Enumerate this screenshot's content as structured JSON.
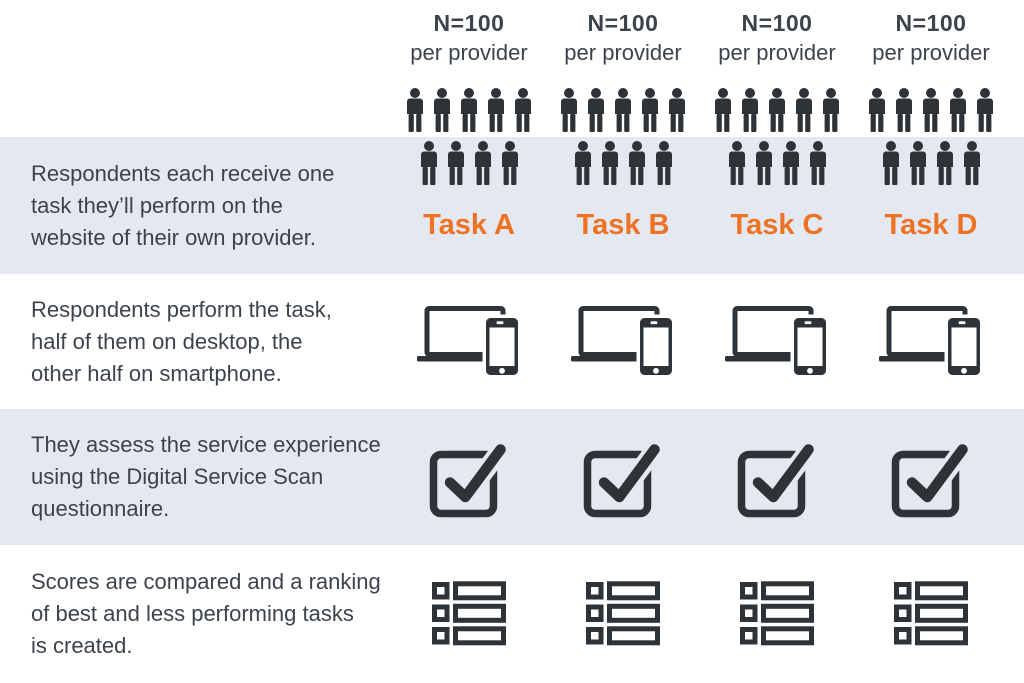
{
  "columns": [
    {
      "n_label": "N=100",
      "per_label": "per provider",
      "task_label": "Task A"
    },
    {
      "n_label": "N=100",
      "per_label": "per provider",
      "task_label": "Task B"
    },
    {
      "n_label": "N=100",
      "per_label": "per provider",
      "task_label": "Task C"
    },
    {
      "n_label": "N=100",
      "per_label": "per provider",
      "task_label": "Task D"
    }
  ],
  "rows": [
    {
      "icon": "respondents-people-icon",
      "lines": [
        "Respondents each receive one",
        "task they’ll perform on the",
        "website of their own provider."
      ]
    },
    {
      "icon": "laptop-phone-icon",
      "lines": [
        "Respondents perform the task,",
        "half of them on desktop, the",
        "other half on smartphone."
      ]
    },
    {
      "icon": "checkbox-icon",
      "lines": [
        "They assess the service experience",
        "using the Digital Service Scan",
        "questionnaire."
      ]
    },
    {
      "icon": "ranking-list-icon",
      "lines": [
        "Scores are compared and a ranking",
        "of best and less performing tasks",
        "is created."
      ]
    }
  ],
  "people": {
    "top_row_count": 5,
    "bottom_row_count": 4
  },
  "colors": {
    "accent_orange": "#ed7224",
    "band_background": "#e4e8f0",
    "text_dark": "#3d434b",
    "icon_dark": "#2e3338"
  }
}
